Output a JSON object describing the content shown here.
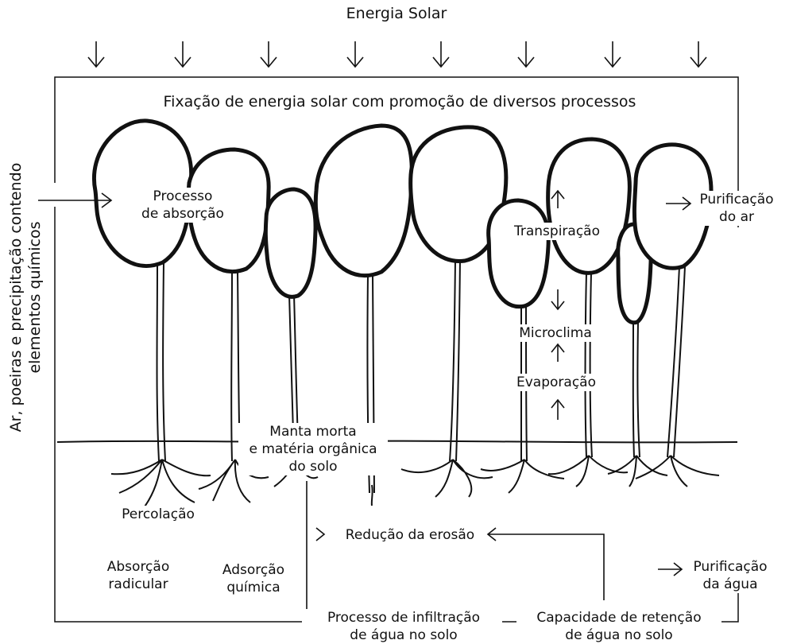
{
  "diagram": {
    "top_label": "Energia Solar",
    "box_title": "Fixação de energia solar com promoção de diversos processos",
    "side_label": "Ar, poeiras e precipitação contendo\nelementos químicos",
    "labels": {
      "absorption": "Processo\nde absorção",
      "air_purification": "Purificação\ndo ar",
      "transpiration": "Transpiração",
      "microclimate": "Microclima",
      "evaporation": "Evaporação",
      "litter": "Manta morta\ne matéria orgânica\ndo solo",
      "percolation": "Percolação",
      "erosion": "Redução da erosão",
      "root_absorption": "Absorção\nradicular",
      "chem_adsorption": "Adsorção\nquímica",
      "water_purification": "Purificação\nda água",
      "infiltration": "Processo de infiltração\nde água no solo",
      "retention": "Capacidade de retenção\nde água no solo"
    },
    "icons": [
      "down-arrow-icon",
      "right-arrow-icon",
      "up-arrow-icon",
      "left-arrow-icon",
      "tree-icon"
    ]
  }
}
